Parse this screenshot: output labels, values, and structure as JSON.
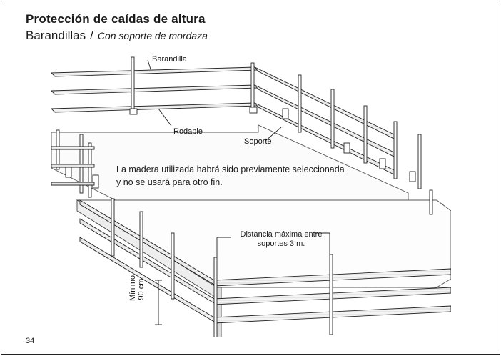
{
  "header": {
    "title": "Protección de caídas de altura",
    "subtitle_main": "Barandillas",
    "subtitle_separator": "/",
    "subtitle_detail": "Con soporte de mordaza"
  },
  "figure": {
    "labels": {
      "barandilla": "Barandilla",
      "rodapie": "Rodapie",
      "soporte": "Soporte"
    },
    "note_line1": "La madera utilizada habrá sido previamente seleccionada",
    "note_line2": "y no se usará para otro fin.",
    "distance_line1": "Distancia máxima entre",
    "distance_line2": "soportes 3 m.",
    "minimo_line1": "Mínimo",
    "minimo_line2": "90  cm."
  },
  "footer": {
    "page_number": "34"
  }
}
